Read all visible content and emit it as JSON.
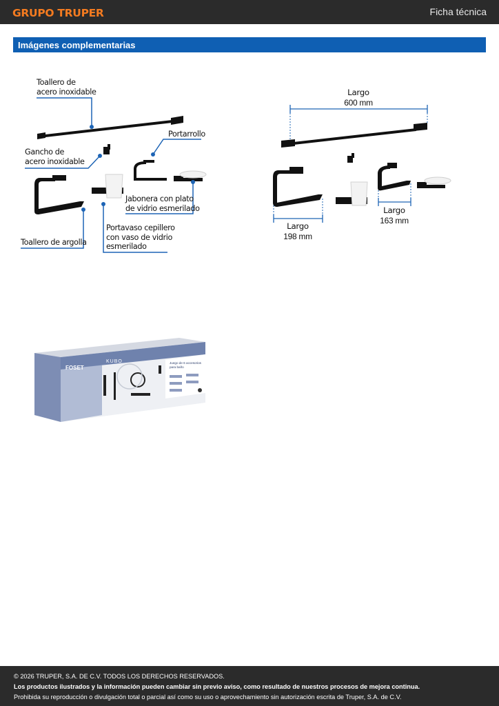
{
  "header": {
    "brand": "GRUPO TRUPER",
    "doc_type": "Ficha técnica",
    "colors": {
      "bar": "#2b2b2b",
      "brand": "#f47b20"
    }
  },
  "section": {
    "title": "Imágenes complementarias",
    "color": "#0f5fb3"
  },
  "figure_parts": {
    "towel_bar": "Toallero de\nacero inoxidable",
    "paper_holder": "Portarrollo",
    "hook": "Gancho de\nacero inoxidable",
    "soap_dish": "Jabonera con plato\nde vidrio esmerilado",
    "tumbler": "Portavaso cepillero\ncon vaso de vidrio\nesmerilado",
    "towel_ring": "Toallero de argolla"
  },
  "figure_dimensions": {
    "towel_bar": {
      "label": "Largo",
      "value": "600 mm"
    },
    "towel_ring": {
      "label": "Largo",
      "value": "198 mm"
    },
    "paper_holder": {
      "label": "Largo",
      "value": "163 mm"
    }
  },
  "package": {
    "brand": "FOSET",
    "line": "KUBO",
    "title": "Juego de 6 accesorios\npara baño"
  },
  "footer": {
    "copyright": "© 2026 TRUPER, S.A. DE C.V. TODOS LOS DERECHOS RESERVADOS.",
    "notice": "Los productos ilustrados y la información pueden cambiar sin previo aviso, como resultado de nuestros procesos de mejora continua.",
    "legal": "Prohibida su reproducción o divulgación total o parcial así como su uso o aprovechamiento sin autorización escrita de Truper, S.A. de C.V."
  }
}
